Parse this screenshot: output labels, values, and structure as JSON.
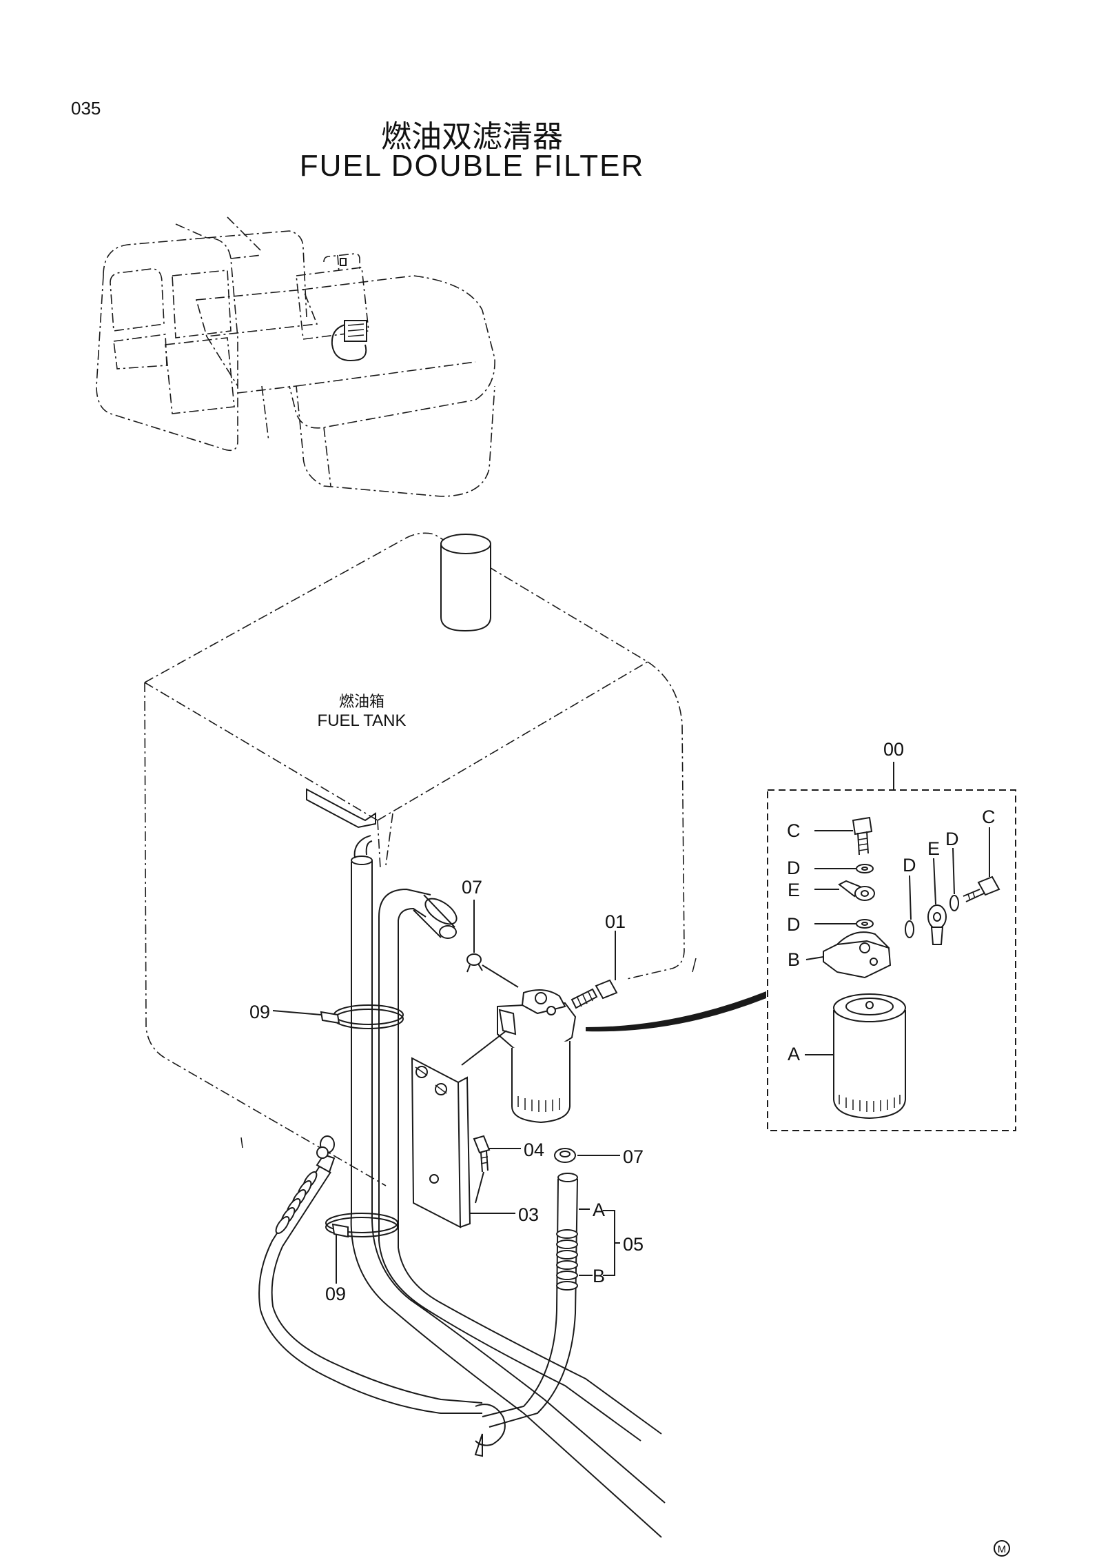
{
  "header": {
    "page_number": "035",
    "title_cn": "燃油双滤清器",
    "title_en": "FUEL  DOUBLE  FILTER"
  },
  "tank_label": {
    "cn": "燃油箱",
    "en": "FUEL TANK"
  },
  "part_labels": {
    "p00": "00",
    "p01": "01",
    "p03": "03",
    "p04": "04",
    "p05": "05",
    "p07_top": "07",
    "p07_bottom": "07",
    "p09_top": "09",
    "p09_bottom": "09",
    "hose_a": "A",
    "hose_b": "B"
  },
  "kit_labels": {
    "c_left": "C",
    "d_1": "D",
    "e_left": "E",
    "d_2": "D",
    "b": "B",
    "a": "A",
    "c_right": "C",
    "d_right_1": "D",
    "e_right": "E",
    "d_right_2": "D"
  },
  "footer_mark": "M"
}
